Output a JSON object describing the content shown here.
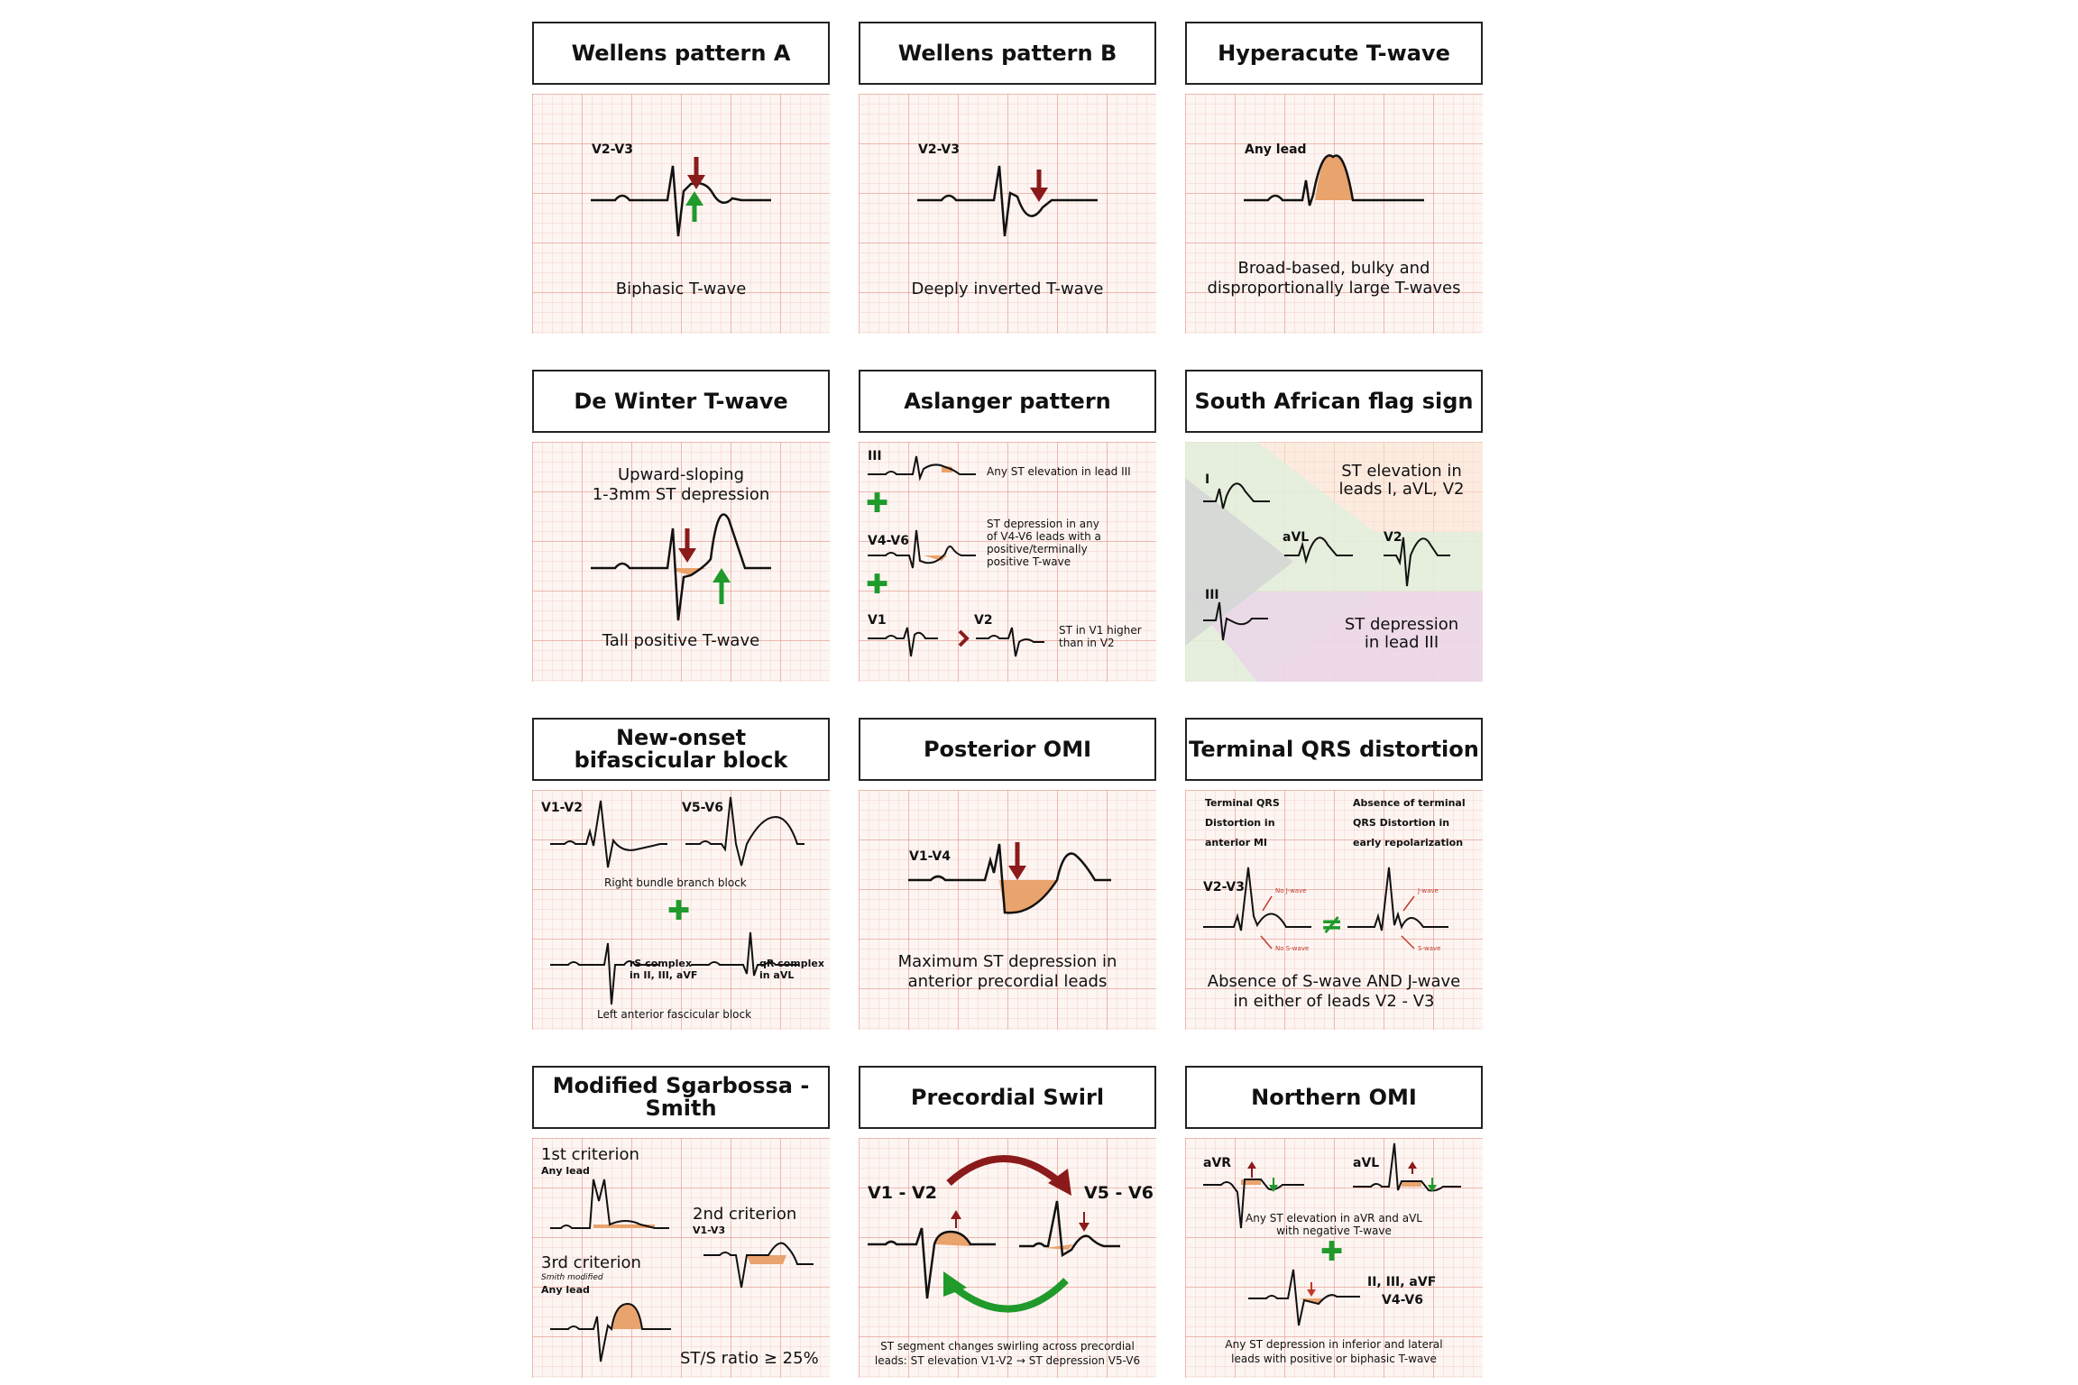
{
  "cards": [
    {
      "title": "Wellens pattern A",
      "lead": "V2-V3",
      "caption": "Biphasic T-wave"
    },
    {
      "title": "Wellens pattern B",
      "lead": "V2-V3",
      "caption": "Deeply inverted T-wave"
    },
    {
      "title": "Hyperacute T-wave",
      "lead": "Any lead",
      "caption_1": "Broad-based, bulky and",
      "caption_2": "disproportionally large T-waves"
    },
    {
      "title": "De Winter T-wave",
      "caption_top_1": "Upward-sloping",
      "caption_top_2": "1-3mm ST depression",
      "caption": "Tall positive T-wave"
    },
    {
      "title": "Aslanger pattern",
      "lead_1": "III",
      "note_1": "Any ST elevation in lead III",
      "lead_2": "V4-V6",
      "note_2_1": "ST depression in any",
      "note_2_2": "of V4-V6 leads with a",
      "note_2_3": "positive/terminally",
      "note_2_4": "positive T-wave",
      "lead_3": "V1",
      "lead_4": "V2",
      "note_3_1": "ST in V1 higher",
      "note_3_2": "than in V2"
    },
    {
      "title": "South African flag sign",
      "lead_1": "I",
      "lead_2": "aVL",
      "lead_3": "V2",
      "lead_4": "III",
      "note_1_1": "ST elevation in",
      "note_1_2": "leads I, aVL, V2",
      "note_2_1": "ST depression",
      "note_2_2": "in lead III"
    },
    {
      "title_1": "New-onset",
      "title_2": "bifascicular block",
      "lead_1": "V1-V2",
      "lead_2": "V5-V6",
      "caption_1": "Right bundle branch block",
      "note_1_1": "rS complex",
      "note_1_2": "in II, III, aVF",
      "note_2_1": "qR complex",
      "note_2_2": "in aVL",
      "caption_2": "Left anterior fascicular block"
    },
    {
      "title": "Posterior OMI",
      "lead": "V1-V4",
      "caption_1": "Maximum ST depression in",
      "caption_2": "anterior precordial leads"
    },
    {
      "title": "Terminal QRS distortion",
      "head_1_1": "Terminal QRS",
      "head_1_2": "Distortion in",
      "head_1_3": "anterior MI",
      "head_2_1": "Absence of terminal",
      "head_2_2": "QRS Distortion in",
      "head_2_3": "early repolarization",
      "lead": "V2-V3",
      "mark_1": "No J-wave",
      "mark_2": "No S-wave",
      "mark_3": "J-wave",
      "mark_4": "S-wave",
      "neq": "≠",
      "caption_1": "Absence of S-wave AND J-wave",
      "caption_2": "in either of leads V2 - V3"
    },
    {
      "title": "Modified Sgarbossa - Smith",
      "crit_1": "1st criterion",
      "crit_1_sub": "Any lead",
      "crit_2": "2nd criterion",
      "crit_2_sub": "V1-V3",
      "crit_3": "3rd criterion",
      "crit_3_sub_1": "Smith modified",
      "crit_3_sub_2": "Any lead",
      "ratio": "ST/S ratio ≥ 25%"
    },
    {
      "title": "Precordial Swirl",
      "lead_1": "V1 - V2",
      "lead_2": "V5 - V6",
      "caption_1": "ST segment changes swirling across precordial",
      "caption_2": "leads: ST elevation V1-V2 → ST depression V5-V6"
    },
    {
      "title": "Northern OMI",
      "lead_1": "aVR",
      "lead_2": "aVL",
      "note_1_1": "Any ST elevation in aVR and aVL",
      "note_1_2": "with negative T-wave",
      "lead_3_1": "II, III, aVF",
      "lead_3_2": "V4-V6",
      "caption_1": "Any ST depression in inferior and lateral",
      "caption_2": "leads with positive or biphasic T-wave"
    }
  ],
  "plus_symbol": "✚",
  "colors": {
    "ecg_line": "#111111",
    "st_fill": "#e9a36c",
    "arrow_red": "#8b1a1a",
    "arrow_green": "#1f9a2b",
    "grid_bg": "#fdf5f2"
  }
}
